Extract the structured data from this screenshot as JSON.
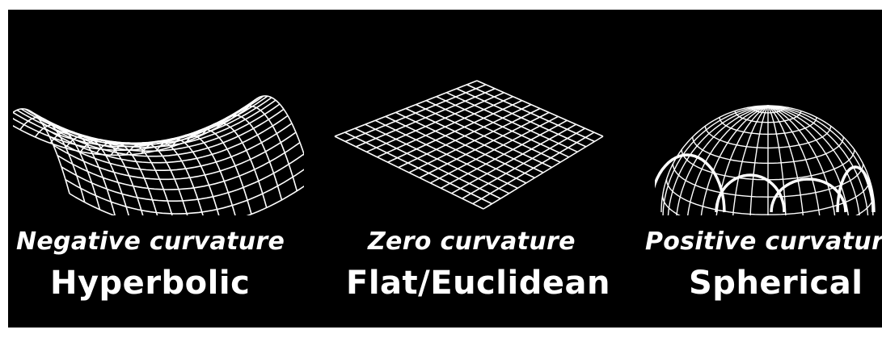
{
  "columns": [
    {
      "curvature": "Negative curvature",
      "geometry": "Hyperbolic"
    },
    {
      "curvature": "Zero curvature",
      "geometry": "Flat/Euclidean"
    },
    {
      "curvature": "Positive curvature",
      "geometry": "Spherical"
    }
  ],
  "colors": {
    "background": "#000000",
    "grid_lines": "#ffffff",
    "arrow": "#ffffff"
  },
  "icons": {
    "arrow": "down-arrow-icon"
  }
}
